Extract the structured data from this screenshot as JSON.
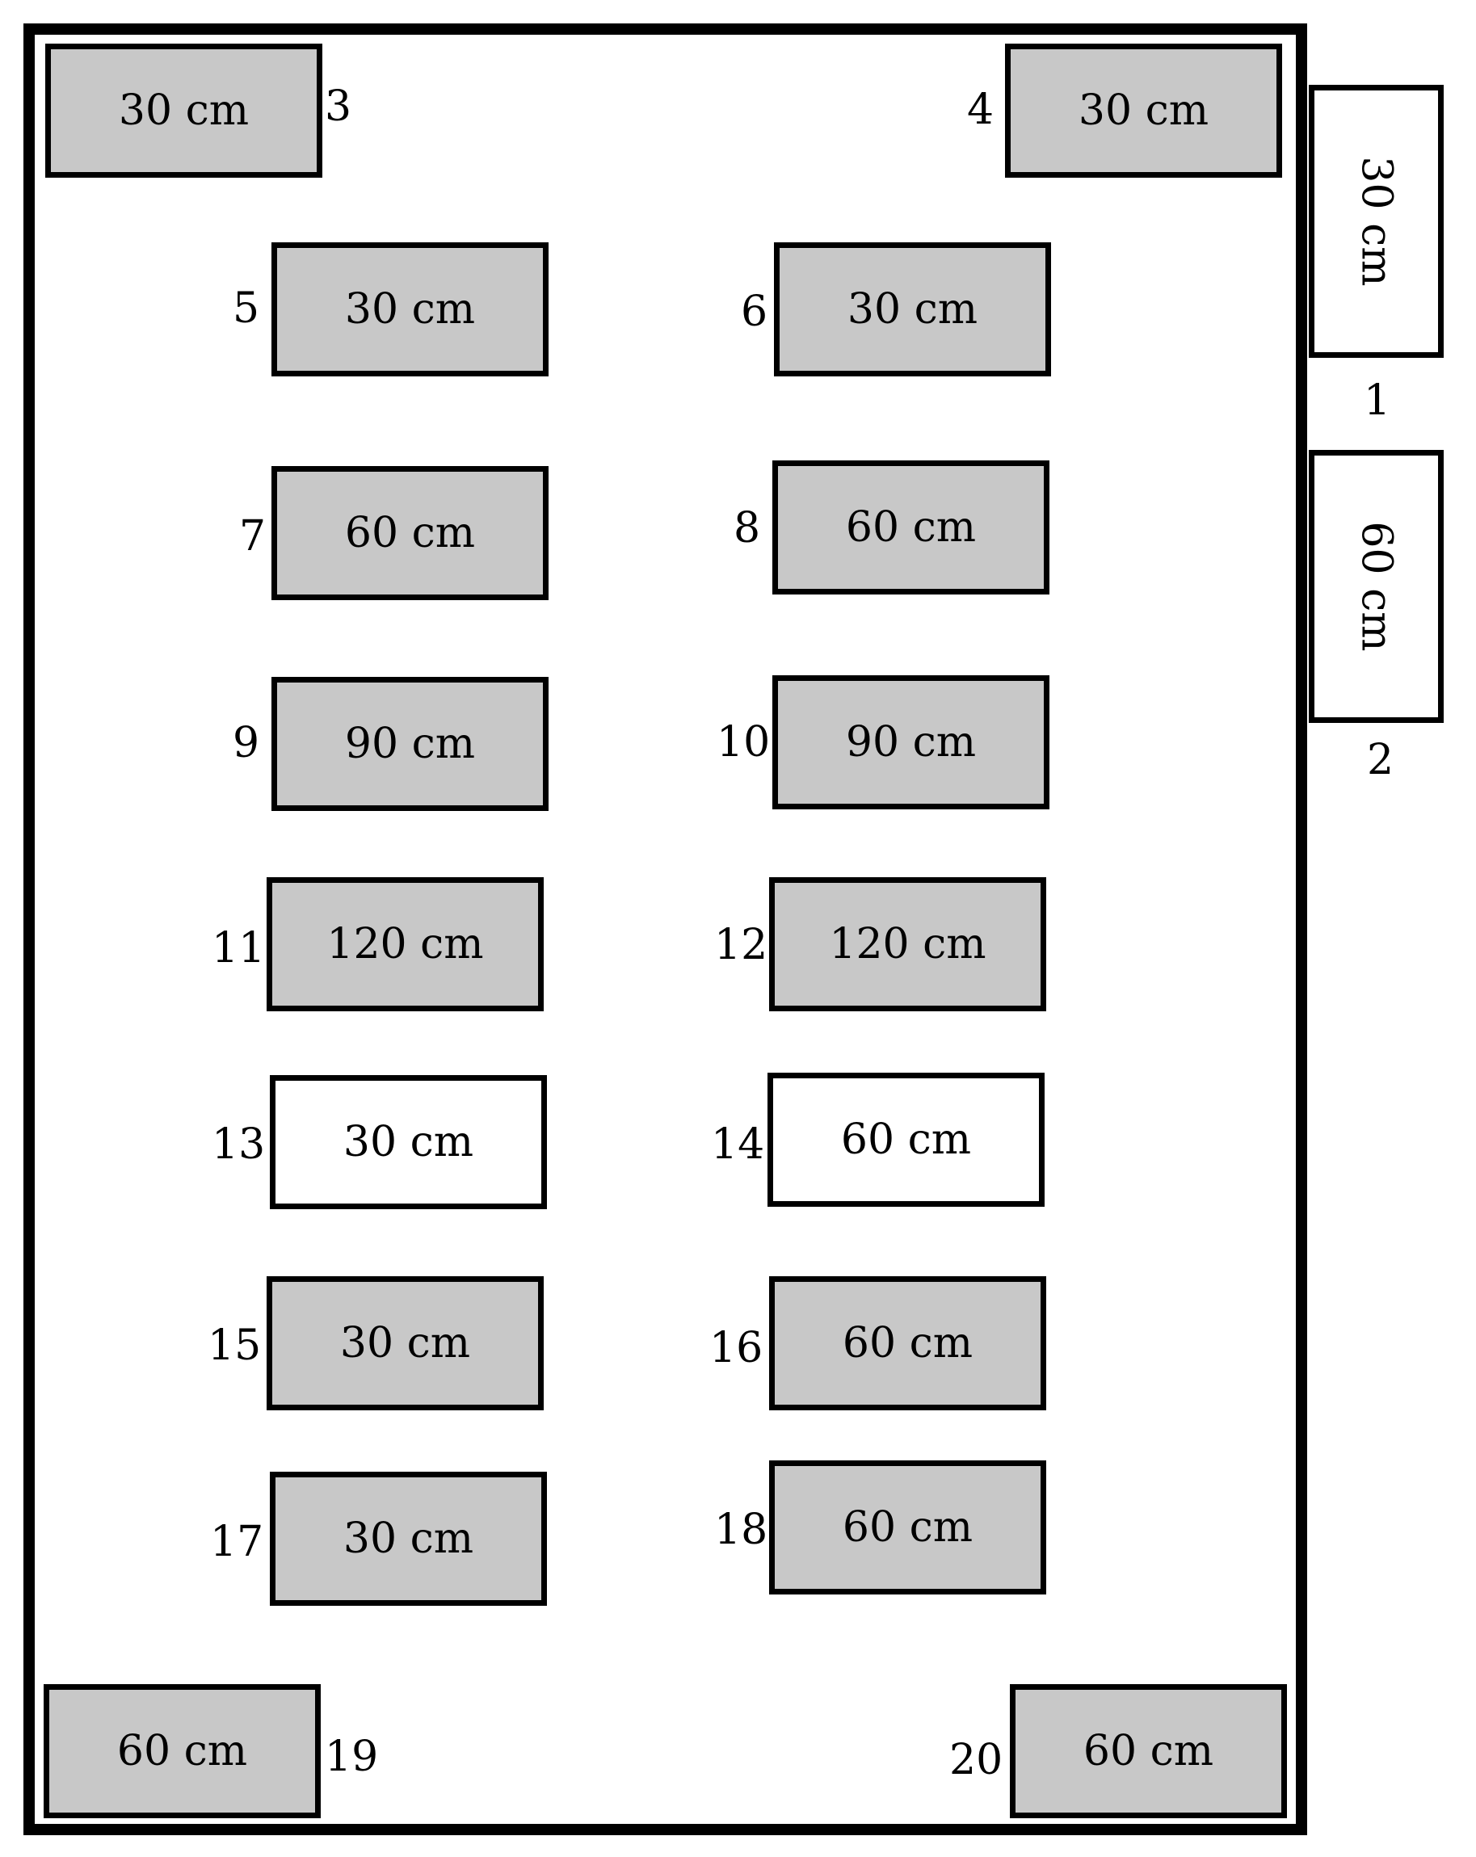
{
  "colors": {
    "shaded_fill": "#c8c8c8",
    "unshaded_fill": "#ffffff",
    "outline": "#000000"
  },
  "plots": [
    {
      "id": "1",
      "size": "30 cm",
      "shaded": false
    },
    {
      "id": "2",
      "size": "60 cm",
      "shaded": false
    },
    {
      "id": "3",
      "size": "30 cm",
      "shaded": true
    },
    {
      "id": "4",
      "size": "30 cm",
      "shaded": true
    },
    {
      "id": "5",
      "size": "30 cm",
      "shaded": true
    },
    {
      "id": "6",
      "size": "30 cm",
      "shaded": true
    },
    {
      "id": "7",
      "size": "60 cm",
      "shaded": true
    },
    {
      "id": "8",
      "size": "60 cm",
      "shaded": true
    },
    {
      "id": "9",
      "size": "90 cm",
      "shaded": true
    },
    {
      "id": "10",
      "size": "90 cm",
      "shaded": true
    },
    {
      "id": "11",
      "size": "120 cm",
      "shaded": true
    },
    {
      "id": "12",
      "size": "120 cm",
      "shaded": true
    },
    {
      "id": "13",
      "size": "30 cm",
      "shaded": false
    },
    {
      "id": "14",
      "size": "60 cm",
      "shaded": false
    },
    {
      "id": "15",
      "size": "30 cm",
      "shaded": true
    },
    {
      "id": "16",
      "size": "60 cm",
      "shaded": true
    },
    {
      "id": "17",
      "size": "30 cm",
      "shaded": true
    },
    {
      "id": "18",
      "size": "60 cm",
      "shaded": true
    },
    {
      "id": "19",
      "size": "60 cm",
      "shaded": true
    },
    {
      "id": "20",
      "size": "60 cm",
      "shaded": true
    }
  ]
}
